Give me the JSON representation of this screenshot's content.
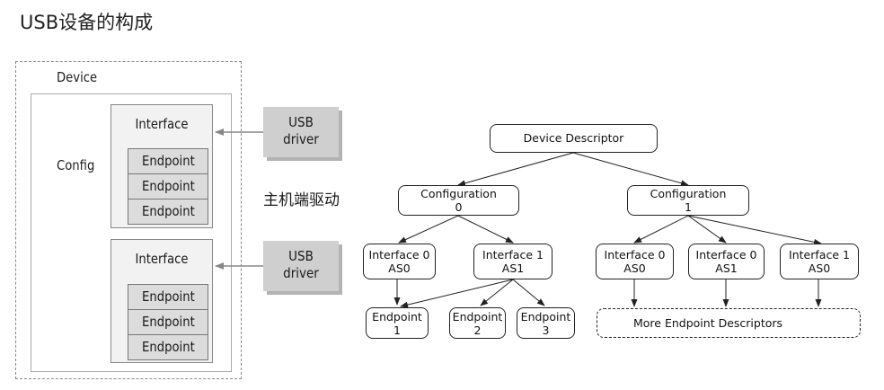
{
  "title": "USB设备的构成",
  "left": {
    "device_label": "Device",
    "config_label": "Config",
    "interfaces": [
      {
        "label": "Interface",
        "endpoints": [
          "Endpoint",
          "Endpoint",
          "Endpoint"
        ]
      },
      {
        "label": "Interface",
        "endpoints": [
          "Endpoint",
          "Endpoint",
          "Endpoint"
        ]
      }
    ],
    "drivers": [
      {
        "line1": "USB",
        "line2": "driver"
      },
      {
        "line1": "USB",
        "line2": "driver"
      }
    ],
    "host_label": "主机端驱动"
  },
  "tree": {
    "device_descriptor": "Device Descriptor",
    "configurations": [
      {
        "line1": "Configuration",
        "line2": "0"
      },
      {
        "line1": "Configuration",
        "line2": "1"
      }
    ],
    "interfaces": [
      {
        "line1": "Interface 0",
        "line2": "AS0"
      },
      {
        "line1": "Interface 1",
        "line2": "AS1"
      },
      {
        "line1": "Interface 0",
        "line2": "AS0"
      },
      {
        "line1": "Interface 0",
        "line2": "AS1"
      },
      {
        "line1": "Interface 1",
        "line2": "AS0"
      }
    ],
    "endpoints": [
      {
        "line1": "Endpoint",
        "line2": "1"
      },
      {
        "line1": "Endpoint",
        "line2": "2"
      },
      {
        "line1": "Endpoint",
        "line2": "3"
      }
    ],
    "more_endpoints": "More Endpoint Descriptors"
  }
}
